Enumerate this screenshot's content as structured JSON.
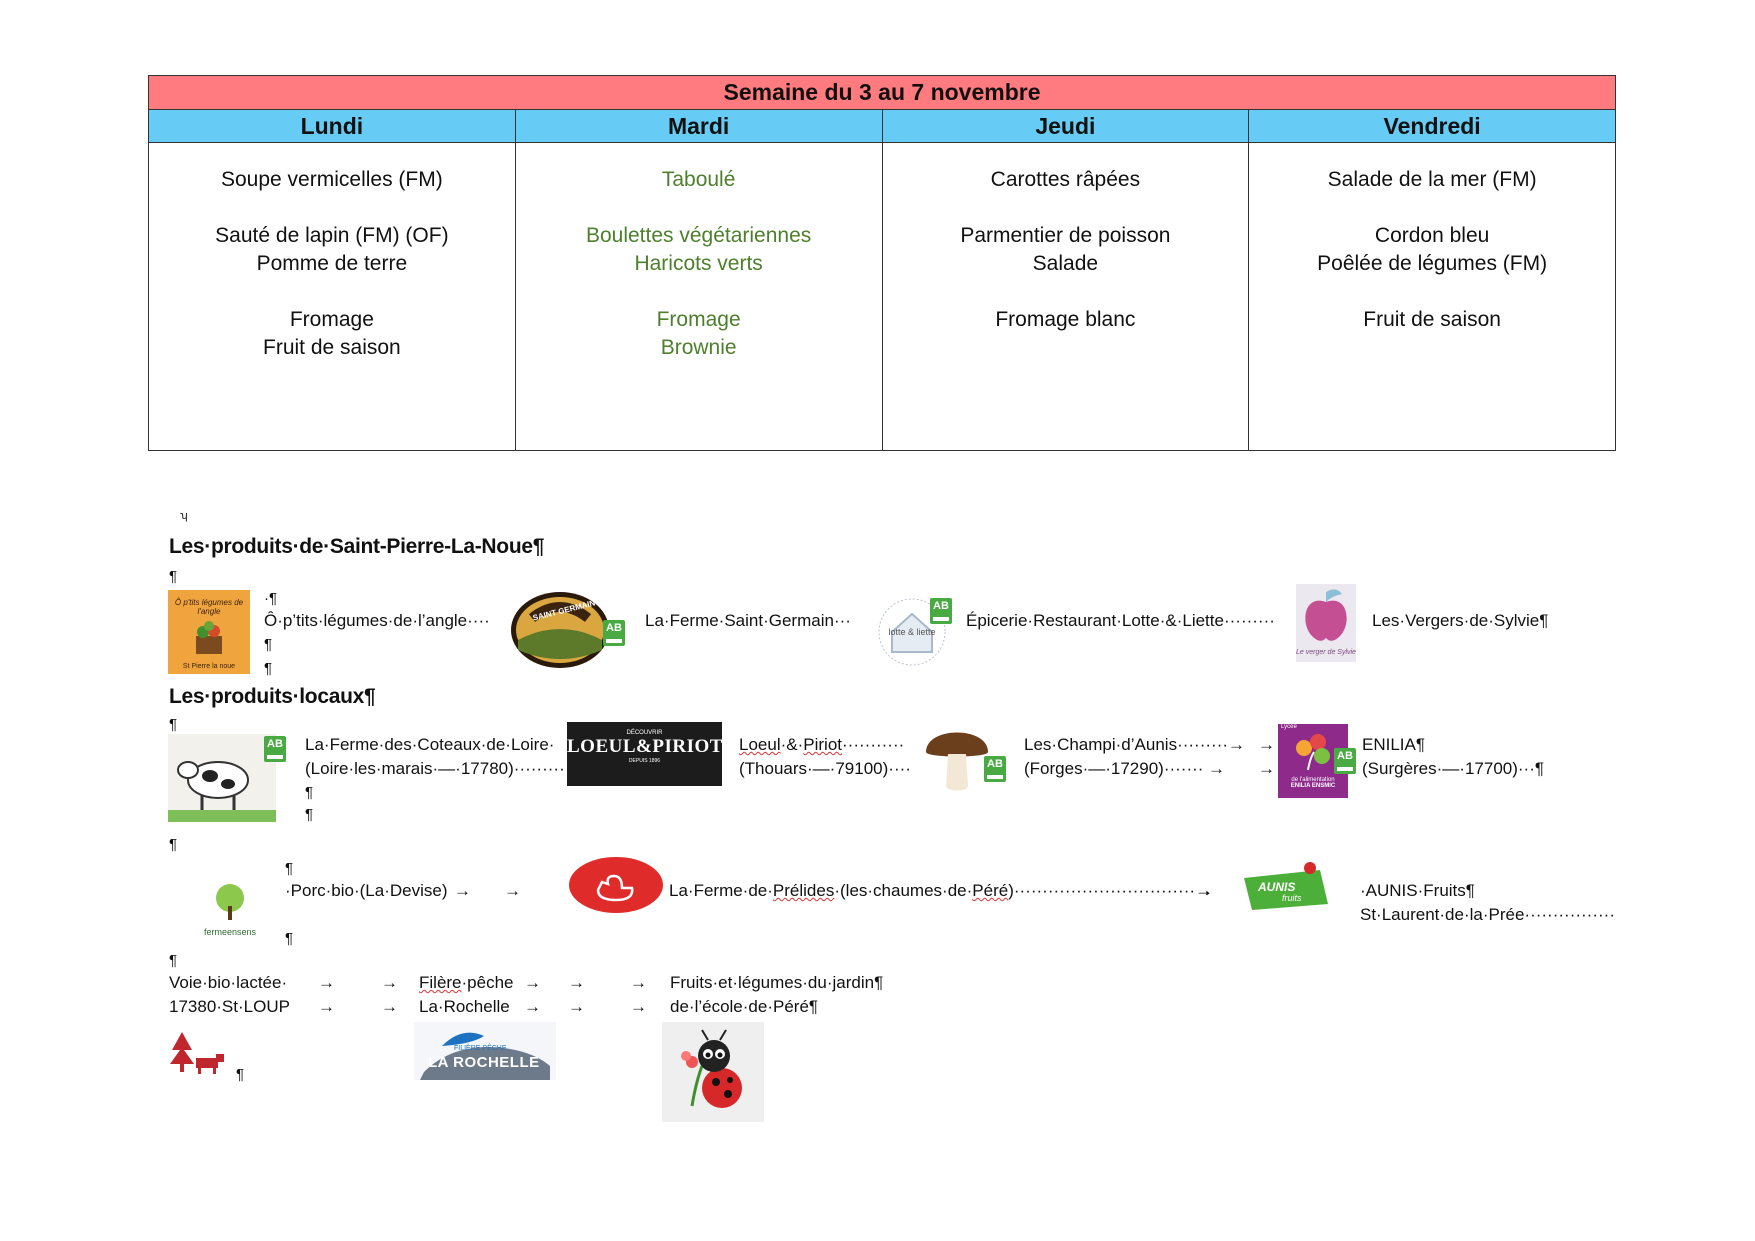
{
  "menu": {
    "week_title": "Semaine du 3 au 7 novembre",
    "days": [
      {
        "name": "Lundi",
        "items": [
          "Soupe vermicelles (FM)",
          "",
          "Sauté de lapin (FM) (OF)",
          "Pomme de terre",
          "",
          "Fromage",
          "Fruit de saison"
        ],
        "color": "#111111"
      },
      {
        "name": "Mardi",
        "items": [
          "Taboulé",
          "",
          "Boulettes végétariennes",
          "Haricots verts",
          "",
          "Fromage",
          "Brownie"
        ],
        "color": "#4d7f2c"
      },
      {
        "name": "Jeudi",
        "items": [
          "Carottes râpées",
          "",
          "Parmentier de poisson",
          "Salade",
          "",
          "Fromage blanc"
        ],
        "color": "#111111"
      },
      {
        "name": "Vendredi",
        "items": [
          "Salade de la mer (FM)",
          "",
          "Cordon bleu",
          "Poêlée de légumes (FM)",
          "",
          "Fruit de saison"
        ],
        "color": "#111111"
      }
    ],
    "colors": {
      "week_bg": "#ff7b80",
      "day_bg": "#66ccf5",
      "veg_text": "#4d7f2c"
    }
  },
  "doc": {
    "marker_top": "ʮ",
    "pilcrow": "¶",
    "arrow": "→",
    "section_saint_pierre": "Les·produits·de·Saint-Pierre-La-Noue¶",
    "section_locaux": "Les·produits·locaux¶",
    "sp_row": {
      "angle_dot": "·¶",
      "angle_text": "Ô·p’tits·légumes·de·l’angle····",
      "saint_germain": "La·Ferme·Saint·Germain···",
      "lotte": "Épicerie·Restaurant·Lotte·&·Liette·········",
      "vergers": "Les·Vergers·de·Sylvie¶"
    },
    "local_row1": {
      "coteaux_1": "La·Ferme·des·Coteaux·de·Loire·",
      "coteaux_2": "(Loire·les·marais·—·17780)·········",
      "loeul_1a": "Loeul",
      "loeul_1b": "·&·",
      "loeul_1c": "Piriot",
      "loeul_1d": "···········",
      "loeul_2": "(Thouars·—·79100)····",
      "champi_1": "Les·Champi·d’Aunis·········→",
      "champi_2": "(Forges·—·17290)·······",
      "enilia_1": "ENILIA¶",
      "enilia_2": "(Surgères·—·17700)···¶"
    },
    "local_row2": {
      "porc": "·Porc·bio·(La·Devise)",
      "prelides_a": "La·Ferme·de·",
      "prelides_b": "Prélides",
      "prelides_c": "·(les·chaumes·de·",
      "prelides_d": "Péré",
      "prelides_e": ")································→",
      "aunis_1": "·AUNIS·Fruits¶",
      "aunis_2": "St·Laurent·de·la·Prée················"
    },
    "local_row3": {
      "voie_1": "Voie·bio·lactée·",
      "voie_2": "17380·St·LOUP",
      "filiere_1a": "Filère",
      "filiere_1b": "·pêche",
      "filiere_2": "La·Rochelle",
      "jardin_1": "Fruits·et·légumes·du·jardin¶",
      "jardin_2": "de·l’école·de·Péré¶"
    },
    "logos": {
      "angle": "Ô p'tits légumes de l'angle",
      "angle_sub": "St Pierre la noue",
      "saint_germain_top": "SAINT GERMAIN",
      "loeul_small": "DÉCOUVRIR",
      "loeul_big": "LOEUL&PIRIOT",
      "loeul_sub": "DEPUIS 1896",
      "lotte": "lotte & liette",
      "vergers": "Le verger de Sylvie",
      "enilia_top": "Lycée",
      "enilia_mid": "de l'alimentation",
      "enilia_bottom": "ENILIA ENSMIC",
      "fermesens": "fermeensens",
      "aunis": "AUNIS",
      "aunis_sub": "fruits",
      "filiere_small": "FILIÈRE PÊCHE",
      "filiere_big": "LA ROCHELLE",
      "ab": "AB"
    }
  }
}
